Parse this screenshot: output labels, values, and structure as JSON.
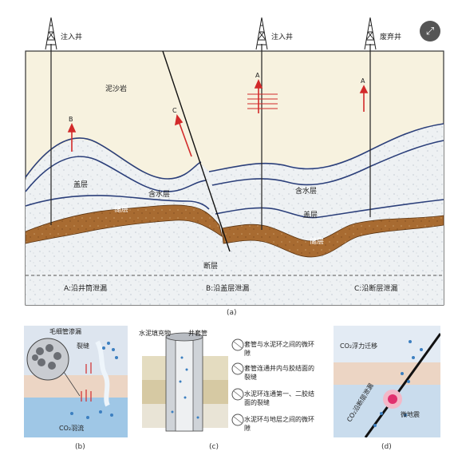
{
  "main_diagram": {
    "labels": {
      "injection_well_1": "注入井",
      "injection_well_2": "注入井",
      "abandoned_well": "废弃井",
      "mudstone": "泥沙岩",
      "caprock_left": "盖层",
      "aquifer_left": "含水层",
      "reservoir_left": "储层",
      "aquifer_right": "含水层",
      "caprock_right": "盖层",
      "reservoir_right": "储层",
      "fault": "断层",
      "arrow_a1": "A",
      "arrow_a2": "A",
      "arrow_b": "B",
      "arrow_c": "C"
    },
    "legend": {
      "a": "A:沿井筒泄漏",
      "b": "B:沿盖层泄漏",
      "c": "C:沿断层泄漏"
    },
    "caption": "(a)"
  },
  "panel_b": {
    "labels": {
      "capillary_leak": "毛细管渗漏",
      "fracture": "裂缝",
      "co2_plume": "CO₂羽流"
    },
    "caption": "(b)"
  },
  "panel_c": {
    "labels": {
      "cement": "水泥填充物",
      "casing": "井套管"
    },
    "legend": [
      "套管与水泥环之间的微环隙",
      "套管连通井内与胶结面的裂缝",
      "水泥环连通第一、二胶结面的裂缝",
      "水泥环与地层之间的微环隙"
    ],
    "caption": "(c)"
  },
  "panel_d": {
    "labels": {
      "buoyancy": "CO₂浮力迁移",
      "fault_leak": "CO₂沿断层泄漏",
      "microseismic": "微地震"
    },
    "caption": "(d)"
  },
  "ui": {
    "expand_icon": "expand-icon"
  },
  "colors": {
    "mudstone": "#f6f1de",
    "aquifer": "#eef0f2",
    "reservoir": "#a5692f",
    "layer_line": "#2b3f7a",
    "arrow": "#d22a2a"
  }
}
